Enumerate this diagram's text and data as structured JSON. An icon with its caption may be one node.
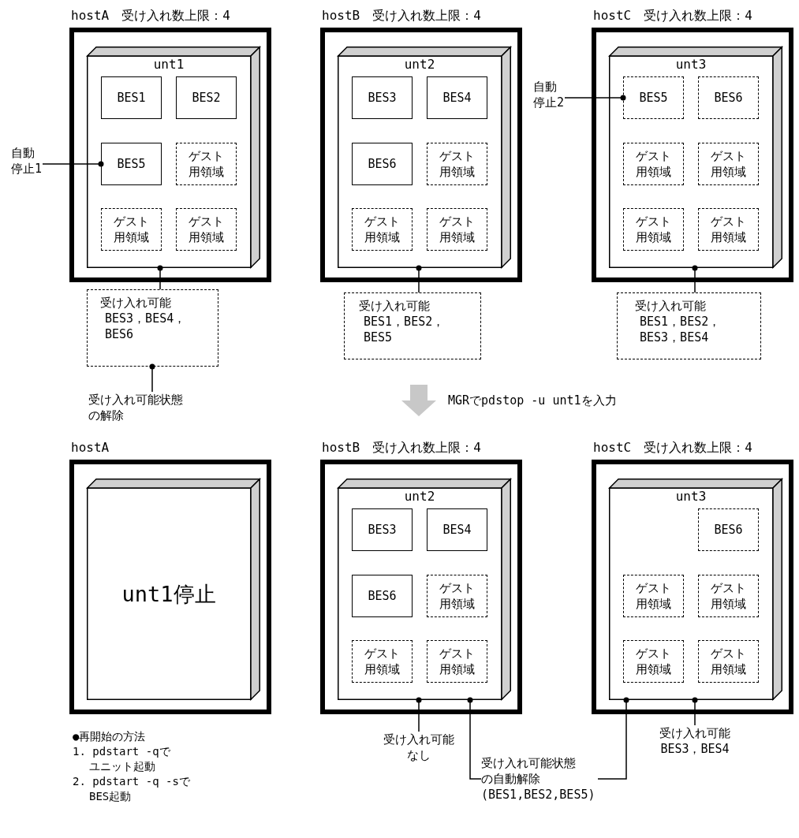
{
  "diagram": {
    "nodes": [
      {
        "text": [
          "hostA　受け入れ数上限：4"
        ]
      },
      {
        "text": [
          "unt1"
        ],
        "in": 0
      },
      {
        "text": [
          "BES1"
        ],
        "in": 1
      },
      {
        "text": [
          "BES2"
        ],
        "in": 1
      },
      {
        "text": [
          "BES5"
        ],
        "in": 1
      },
      {
        "text": [
          "ゲスト用領域"
        ],
        "in": 1
      },
      {
        "text": [
          "ゲスト用領域"
        ],
        "in": 1
      },
      {
        "text": [
          "ゲスト用領域"
        ],
        "in": 1
      },
      {
        "text": [
          "hostB　受け入れ数上限：4"
        ]
      },
      {
        "text": [
          "unt2"
        ],
        "in": 8
      },
      {
        "text": [
          "BES3"
        ],
        "in": 9
      },
      {
        "text": [
          "BES4"
        ],
        "in": 9
      },
      {
        "text": [
          "BES6"
        ],
        "in": 9
      },
      {
        "text": [
          "ゲスト用領域"
        ],
        "in": 9
      },
      {
        "text": [
          "ゲスト用領域"
        ],
        "in": 9
      },
      {
        "text": [
          "ゲスト用領域"
        ],
        "in": 9
      },
      {
        "text": [
          "hostC　受け入れ数上限：4"
        ]
      },
      {
        "text": [
          "unt3"
        ],
        "in": 16
      },
      {
        "text": [
          "BES5"
        ],
        "in": 17
      },
      {
        "text": [
          "BES6"
        ],
        "in": 17
      },
      {
        "text": [
          "ゲスト用領域"
        ],
        "in": 17
      },
      {
        "text": [
          "ゲスト用領域"
        ],
        "in": 17
      },
      {
        "text": [
          "ゲスト用領域"
        ],
        "in": 17
      },
      {
        "text": [
          "ゲスト用領域"
        ],
        "in": 17
      },
      {
        "text": [
          "自動停止1"
        ]
      },
      {
        "text": [
          "自動停止2"
        ]
      },
      {
        "text": [
          "受け入れ可能",
          "BES3，BES4，BES6"
        ]
      },
      {
        "text": [
          "受け入れ可能",
          "BES1，BES2，BES5"
        ]
      },
      {
        "text": [
          "受け入れ可能",
          "BES1，BES2，BES3，BES4"
        ]
      },
      {
        "text": [
          "受け入れ可能状態の解除"
        ]
      },
      {
        "text": [
          "hostA"
        ]
      },
      {
        "text": [
          "unt1停止"
        ],
        "in": 30
      },
      {
        "text": [
          "hostB　受け入れ数上限：4"
        ]
      },
      {
        "text": [
          "unt2"
        ],
        "in": 32
      },
      {
        "text": [
          "BES3"
        ],
        "in": 33
      },
      {
        "text": [
          "BES4"
        ],
        "in": 33
      },
      {
        "text": [
          "BES6"
        ],
        "in": 33
      },
      {
        "text": [
          "ゲスト用領域"
        ],
        "in": 33
      },
      {
        "text": [
          "ゲスト用領域"
        ],
        "in": 33
      },
      {
        "text": [
          "ゲスト用領域"
        ],
        "in": 33
      },
      {
        "text": [
          "hostC　受け入れ数上限：4"
        ]
      },
      {
        "text": [
          "unt3"
        ],
        "in": 40
      },
      {
        "text": [
          "BES6"
        ],
        "in": 41
      },
      {
        "text": [
          "ゲスト用領域"
        ],
        "in": 41
      },
      {
        "text": [
          "ゲスト用領域"
        ],
        "in": 41
      },
      {
        "text": [
          "ゲスト用領域"
        ],
        "in": 41
      },
      {
        "text": [
          "ゲスト用領域"
        ],
        "in": 41
      },
      {
        "text": [
          "受け入れ可能なし"
        ]
      },
      {
        "text": [
          "受け入れ可能状態の自動解除",
          "(BES1,BES2,BES5)"
        ]
      },
      {
        "text": [
          "受け入れ可能",
          "BES3，BES4"
        ]
      }
    ],
    "edges": [
      {
        "from": 24,
        "to": 4,
        "arrow": "other"
      },
      {
        "from": 25,
        "to": 18,
        "arrow": "other"
      },
      {
        "from": 26,
        "to": 1,
        "arrow": "other"
      },
      {
        "from": 27,
        "to": 9,
        "arrow": "other"
      },
      {
        "from": 28,
        "to": 17,
        "arrow": "other"
      },
      {
        "from": 29,
        "to": 26,
        "arrow": "other"
      },
      {
        "from": 47,
        "to": 33,
        "arrow": "other"
      },
      {
        "from": 48,
        "to": 33,
        "arrow": "other"
      },
      {
        "from": 48,
        "to": 41,
        "arrow": "other"
      },
      {
        "from": 49,
        "to": 41,
        "arrow": "other"
      }
    ],
    "labels": [
      "MGRでpdstop -u unt1を入力",
      "●再開始の方法",
      "1. pdstart -qでユニット起動",
      "2. pdstart -q -sでBES起動"
    ]
  }
}
